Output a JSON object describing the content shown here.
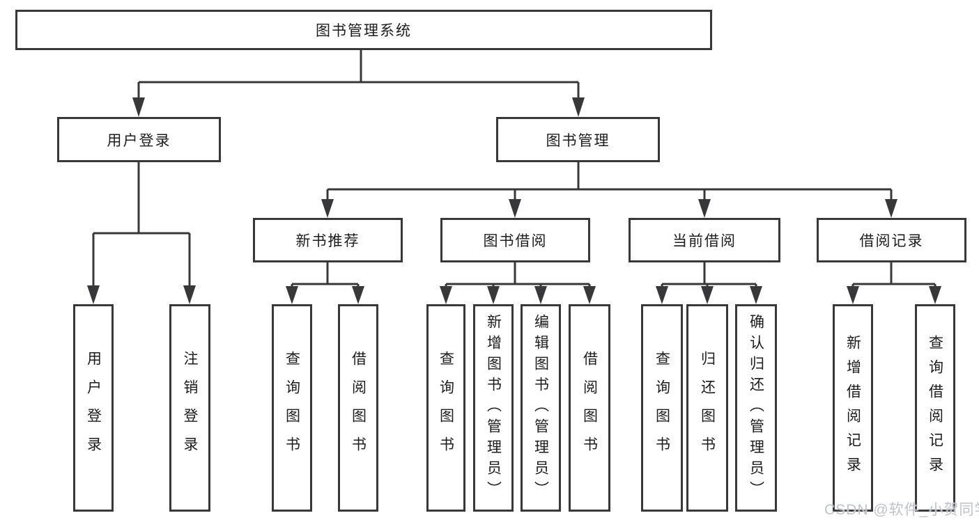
{
  "diagram": {
    "type": "hierarchy-tree",
    "root": {
      "label": "图书管理系统"
    },
    "branches": [
      {
        "label": "用户登录",
        "children": [
          {
            "label": "用户登录"
          },
          {
            "label": "注销登录"
          }
        ]
      },
      {
        "label": "图书管理",
        "groups": [
          {
            "label": "新书推荐",
            "children": [
              {
                "label": "查询图书"
              },
              {
                "label": "借阅图书"
              }
            ]
          },
          {
            "label": "图书借阅",
            "children": [
              {
                "label": "查询图书"
              },
              {
                "label": "新增图书（管理员）"
              },
              {
                "label": "编辑图书（管理员）"
              },
              {
                "label": "借阅图书"
              }
            ]
          },
          {
            "label": "当前借阅",
            "children": [
              {
                "label": "查询图书"
              },
              {
                "label": "归还图书"
              },
              {
                "label": "确认归还（管理员）"
              }
            ]
          },
          {
            "label": "借阅记录",
            "children": [
              {
                "label": "新增借阅记录"
              },
              {
                "label": "查询借阅记录"
              }
            ]
          }
        ]
      }
    ]
  },
  "watermark": {
    "text": "CSDN @软件_小贺同学"
  },
  "colors": {
    "background": "#ffffff",
    "line": "#38383a",
    "box_border": "#38383a",
    "box_bg": "#ffffff",
    "text": "#1c1c1e",
    "watermark": "#bfc3c9"
  }
}
